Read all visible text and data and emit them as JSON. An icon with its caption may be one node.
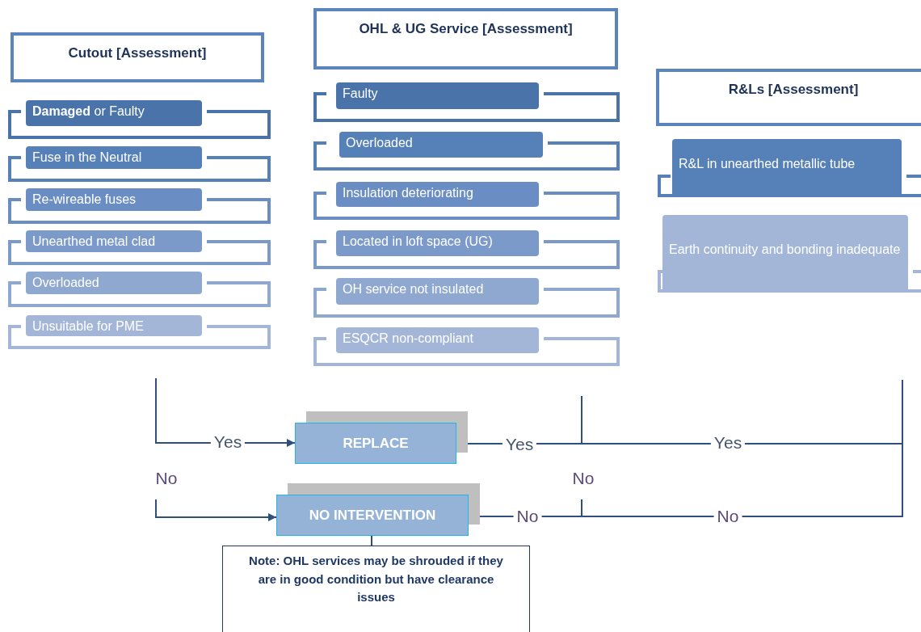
{
  "diagram": {
    "nodes": [
      {
        "text": [
          "Cutout [Assessment]"
        ]
      },
      {
        "text": [
          "**Damaged** or Faulty"
        ]
      },
      {
        "text": [
          "Fuse in the Neutral"
        ]
      },
      {
        "text": [
          "Re-wireable fuses"
        ]
      },
      {
        "text": [
          "Unearthed metal clad"
        ]
      },
      {
        "text": [
          "Overloaded"
        ]
      },
      {
        "text": [
          "Unsuitable for PME"
        ]
      },
      {
        "text": [
          "OHL & UG Service [Assessment]"
        ]
      },
      {
        "text": [
          "Faulty"
        ]
      },
      {
        "text": [
          "Overloaded"
        ]
      },
      {
        "text": [
          "Insulation deteriorating"
        ]
      },
      {
        "text": [
          "Located in loft space (UG)"
        ]
      },
      {
        "text": [
          "OH service not insulated"
        ]
      },
      {
        "text": [
          "ESQCR non-compliant"
        ]
      },
      {
        "text": [
          "R&Ls [Assessment]"
        ]
      },
      {
        "text": [
          "R&L in unearthed metallic tube"
        ]
      },
      {
        "text": [
          "Earth continuity and bonding inadequate"
        ]
      },
      {
        "text": [
          "REPLACE"
        ]
      },
      {
        "text": [
          "NO INTERVENTION"
        ]
      },
      {
        "text": [
          "Note: OHL services may be shrouded if they are in good condition but have clearance issues"
        ]
      }
    ],
    "edges": [
      {
        "from": null,
        "to": 17,
        "arrow": "to",
        "label": "Yes"
      },
      {
        "from": null,
        "to": 18,
        "arrow": "to",
        "label": "No"
      },
      {
        "from": null,
        "to": 17,
        "arrow": "to",
        "label": "Yes"
      },
      {
        "from": null,
        "to": 18,
        "arrow": "to",
        "label": "No"
      },
      {
        "from": null,
        "to": 17,
        "arrow": "to",
        "label": "Yes"
      },
      {
        "from": null,
        "to": 18,
        "arrow": "to",
        "label": "No"
      },
      {
        "from": 18,
        "to": 19,
        "arrow": "none"
      }
    ],
    "labels": [
      "No"
    ]
  }
}
